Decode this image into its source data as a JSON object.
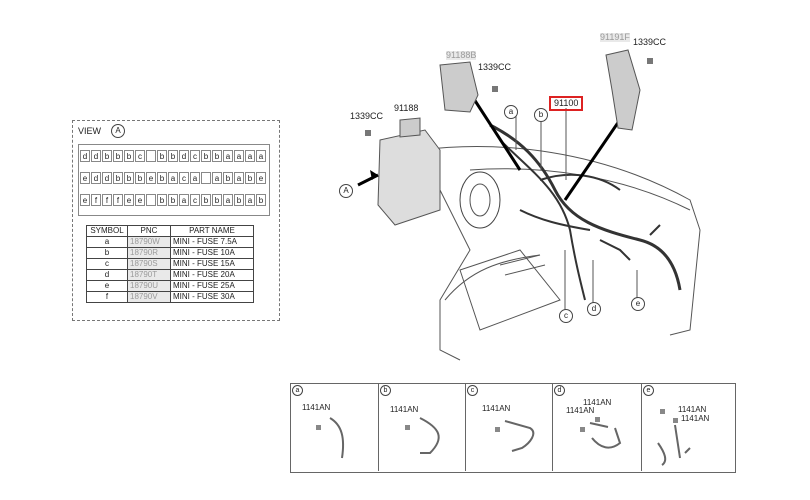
{
  "view": {
    "title": "VIEW",
    "marker": "A",
    "fuse_rows": [
      [
        "d",
        "d",
        "b",
        "b",
        "b",
        "c",
        "",
        "b",
        "b",
        "d",
        "c",
        "b",
        "b",
        "a",
        "a",
        "a",
        "a"
      ],
      [
        "e",
        "d",
        "d",
        "b",
        "b",
        "b",
        "e",
        "b",
        "a",
        "c",
        "a",
        "",
        "a",
        "b",
        "a",
        "b",
        "e"
      ],
      [
        "e",
        "f",
        "f",
        "f",
        "e",
        "e",
        "",
        "b",
        "b",
        "a",
        "c",
        "b",
        "b",
        "a",
        "b",
        "a",
        "b"
      ]
    ]
  },
  "legend": {
    "headers": [
      "SYMBOL",
      "PNC",
      "PART NAME"
    ],
    "rows": [
      {
        "symbol": "a",
        "pnc": "18790W",
        "name": "MINI - FUSE 7.5A"
      },
      {
        "symbol": "b",
        "pnc": "18790R",
        "name": "MINI - FUSE 10A"
      },
      {
        "symbol": "c",
        "pnc": "18790S",
        "name": "MINI - FUSE 15A"
      },
      {
        "symbol": "d",
        "pnc": "18790T",
        "name": "MINI - FUSE 20A"
      },
      {
        "symbol": "e",
        "pnc": "18790U",
        "name": "MINI - FUSE 25A"
      },
      {
        "symbol": "f",
        "pnc": "18790V",
        "name": "MINI - FUSE 30A"
      }
    ]
  },
  "main": {
    "labels": {
      "p91188B": "91188B",
      "p1339cc_a": "1339CC",
      "p91191F": "91191F",
      "p1339cc_b": "1339CC",
      "p1339cc_c": "1339CC",
      "p91188": "91188",
      "p91100": "91100",
      "view_a": "A"
    },
    "callouts": [
      "a",
      "b",
      "c",
      "d",
      "e"
    ]
  },
  "details": [
    {
      "key": "a",
      "parts": [
        "1141AN"
      ]
    },
    {
      "key": "b",
      "parts": [
        "1141AN"
      ]
    },
    {
      "key": "c",
      "parts": [
        "1141AN"
      ]
    },
    {
      "key": "d",
      "parts": [
        "1141AN",
        "1141AN"
      ]
    },
    {
      "key": "e",
      "parts": [
        "1141AN",
        "1141AN"
      ]
    }
  ]
}
